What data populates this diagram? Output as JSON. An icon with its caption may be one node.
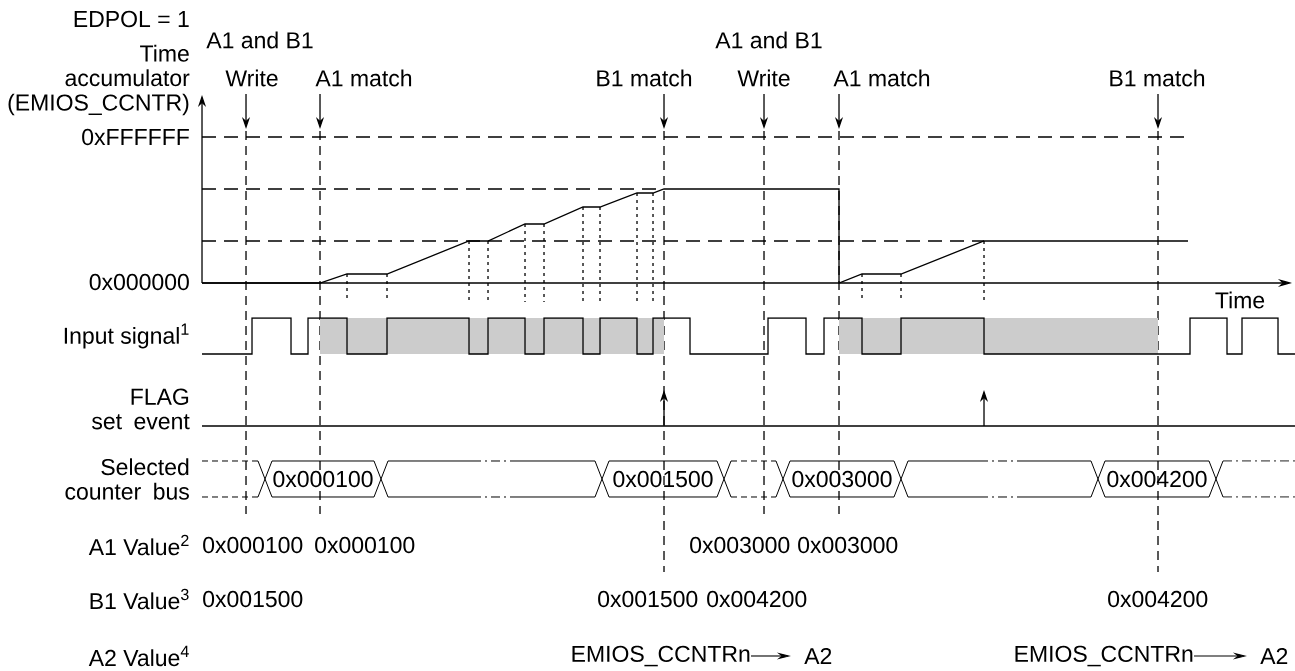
{
  "diagram": {
    "nodes": [
      {
        "text": [
          "0x000100"
        ]
      },
      {
        "text": [
          "0x001500"
        ]
      },
      {
        "text": [
          "0x003000"
        ]
      },
      {
        "text": [
          "0x004200"
        ]
      },
      {
        "text": [
          "EMIOS_CCNTRn"
        ]
      },
      {
        "text": [
          "A2"
        ]
      },
      {
        "text": [
          "EMIOS_CCNTRn"
        ]
      },
      {
        "text": [
          "A2"
        ]
      }
    ],
    "edges": [
      {
        "from": 4,
        "to": 5,
        "arrow": "to"
      },
      {
        "from": 6,
        "to": 7,
        "arrow": "to"
      }
    ],
    "labels": [
      "EDPOL = 1",
      "A1 and B1",
      "A1 and B1",
      "Time accumulator (EMIOS_CCNTR)",
      "Write",
      "A1 match",
      "B1 match",
      "Write",
      "A1 match",
      "B1 match",
      "0xFFFFFF",
      "0x000000",
      "Time",
      "Input signal$^{1}$",
      "FLAG set event",
      "Selected counter bus",
      "A1 Value$^{2}$",
      "0x000100",
      "0x000100",
      "0x003000",
      "0x003000",
      "B1 Value$^{3}$",
      "0x001500",
      "0x001500",
      "0x004200",
      "0x004200",
      "A2 Value$^{4}$"
    ]
  }
}
